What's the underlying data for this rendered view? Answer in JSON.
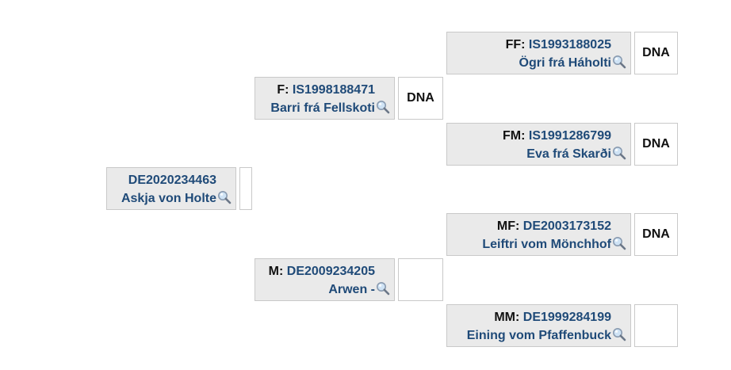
{
  "pedigree": {
    "subject": {
      "id": "DE2020234463",
      "name": "Askja von Holte",
      "dna": ""
    },
    "father": {
      "role": "F",
      "id": "IS1998188471",
      "name": "Barri frá Fellskoti",
      "dna": "DNA"
    },
    "mother": {
      "role": "M",
      "id": "DE2009234205",
      "name": "Arwen -",
      "dna": ""
    },
    "ff": {
      "role": "FF",
      "id": "IS1993188025",
      "name": "Ögri frá Háholti",
      "dna": "DNA"
    },
    "fm": {
      "role": "FM",
      "id": "IS1991286799",
      "name": "Eva frá Skarði",
      "dna": "DNA"
    },
    "mf": {
      "role": "MF",
      "id": "DE2003173152",
      "name": "Leiftri vom Mönchhof",
      "dna": "DNA"
    },
    "mm": {
      "role": "MM",
      "id": "DE1999284199",
      "name": "Eining vom Pfaffenbuck",
      "dna": ""
    }
  },
  "separator": ": ",
  "icons": {
    "search": "magnifier-icon"
  }
}
